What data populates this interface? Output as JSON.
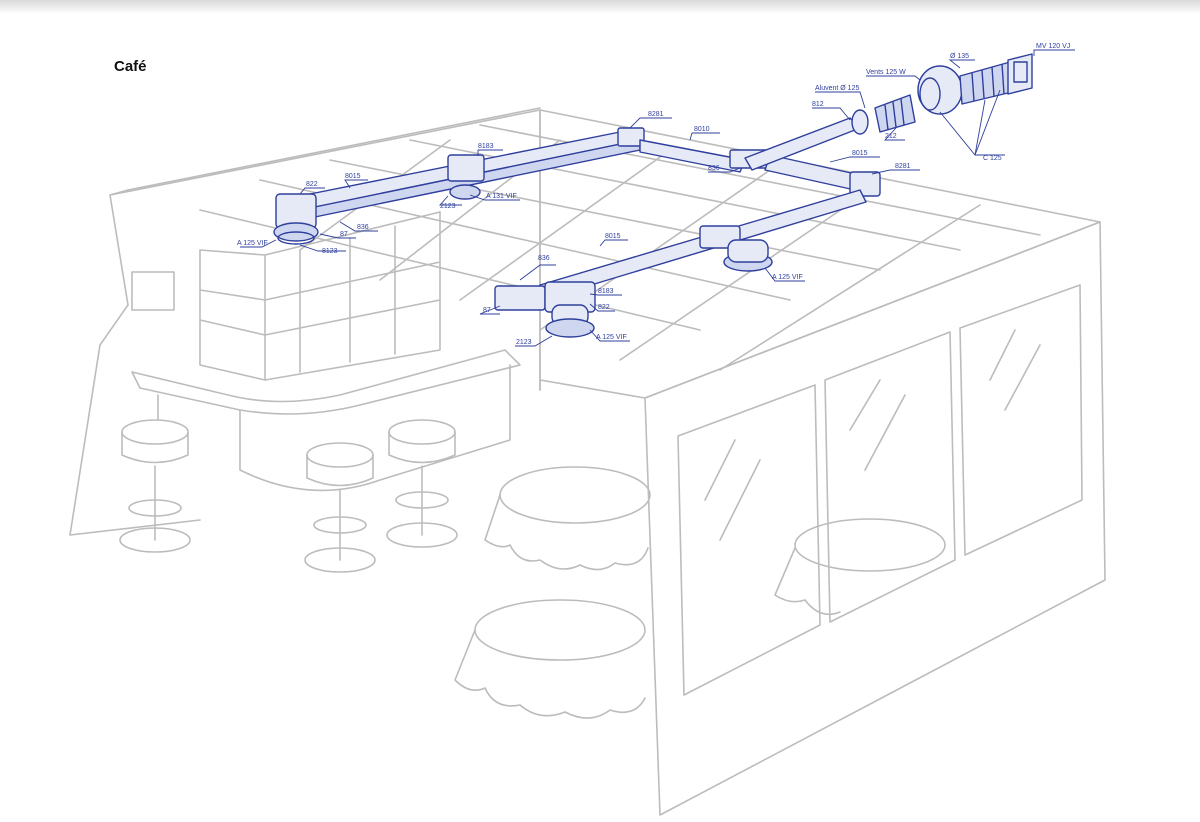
{
  "title": "Café",
  "colors": {
    "duct": "#2f3f9c",
    "line": "#bcbcbc"
  },
  "labels": [
    {
      "id": "mv",
      "text": "MV 120 VJ"
    },
    {
      "id": "d125",
      "text": "Ø 135"
    },
    {
      "id": "vents",
      "text": "Vents 125 W"
    },
    {
      "id": "aluvent",
      "text": "Aluvent Ø 125"
    },
    {
      "id": "l812",
      "text": "812"
    },
    {
      "id": "l212",
      "text": "212"
    },
    {
      "id": "c125",
      "text": "C 125"
    },
    {
      "id": "l8281a",
      "text": "8281"
    },
    {
      "id": "l8010",
      "text": "8010"
    },
    {
      "id": "l836b",
      "text": "836"
    },
    {
      "id": "l8015b",
      "text": "8015"
    },
    {
      "id": "l8281b",
      "text": "8281"
    },
    {
      "id": "l8183a",
      "text": "8183"
    },
    {
      "id": "l822",
      "text": "822"
    },
    {
      "id": "l8015a",
      "text": "8015"
    },
    {
      "id": "l2123a",
      "text": "2123"
    },
    {
      "id": "a131",
      "text": "A 131 VIF"
    },
    {
      "id": "l836a",
      "text": "836"
    },
    {
      "id": "l87a",
      "text": "87"
    },
    {
      "id": "a125a",
      "text": "A 125 VIF"
    },
    {
      "id": "l8123",
      "text": "8123"
    },
    {
      "id": "l8015c",
      "text": "8015"
    },
    {
      "id": "l836c",
      "text": "836"
    },
    {
      "id": "l87b",
      "text": "87"
    },
    {
      "id": "l8183b",
      "text": "8183"
    },
    {
      "id": "l822b",
      "text": "822"
    },
    {
      "id": "l2123b",
      "text": "2123"
    },
    {
      "id": "a125b",
      "text": "A 125 VIF"
    },
    {
      "id": "a125c",
      "text": "A 125 VIF"
    }
  ]
}
